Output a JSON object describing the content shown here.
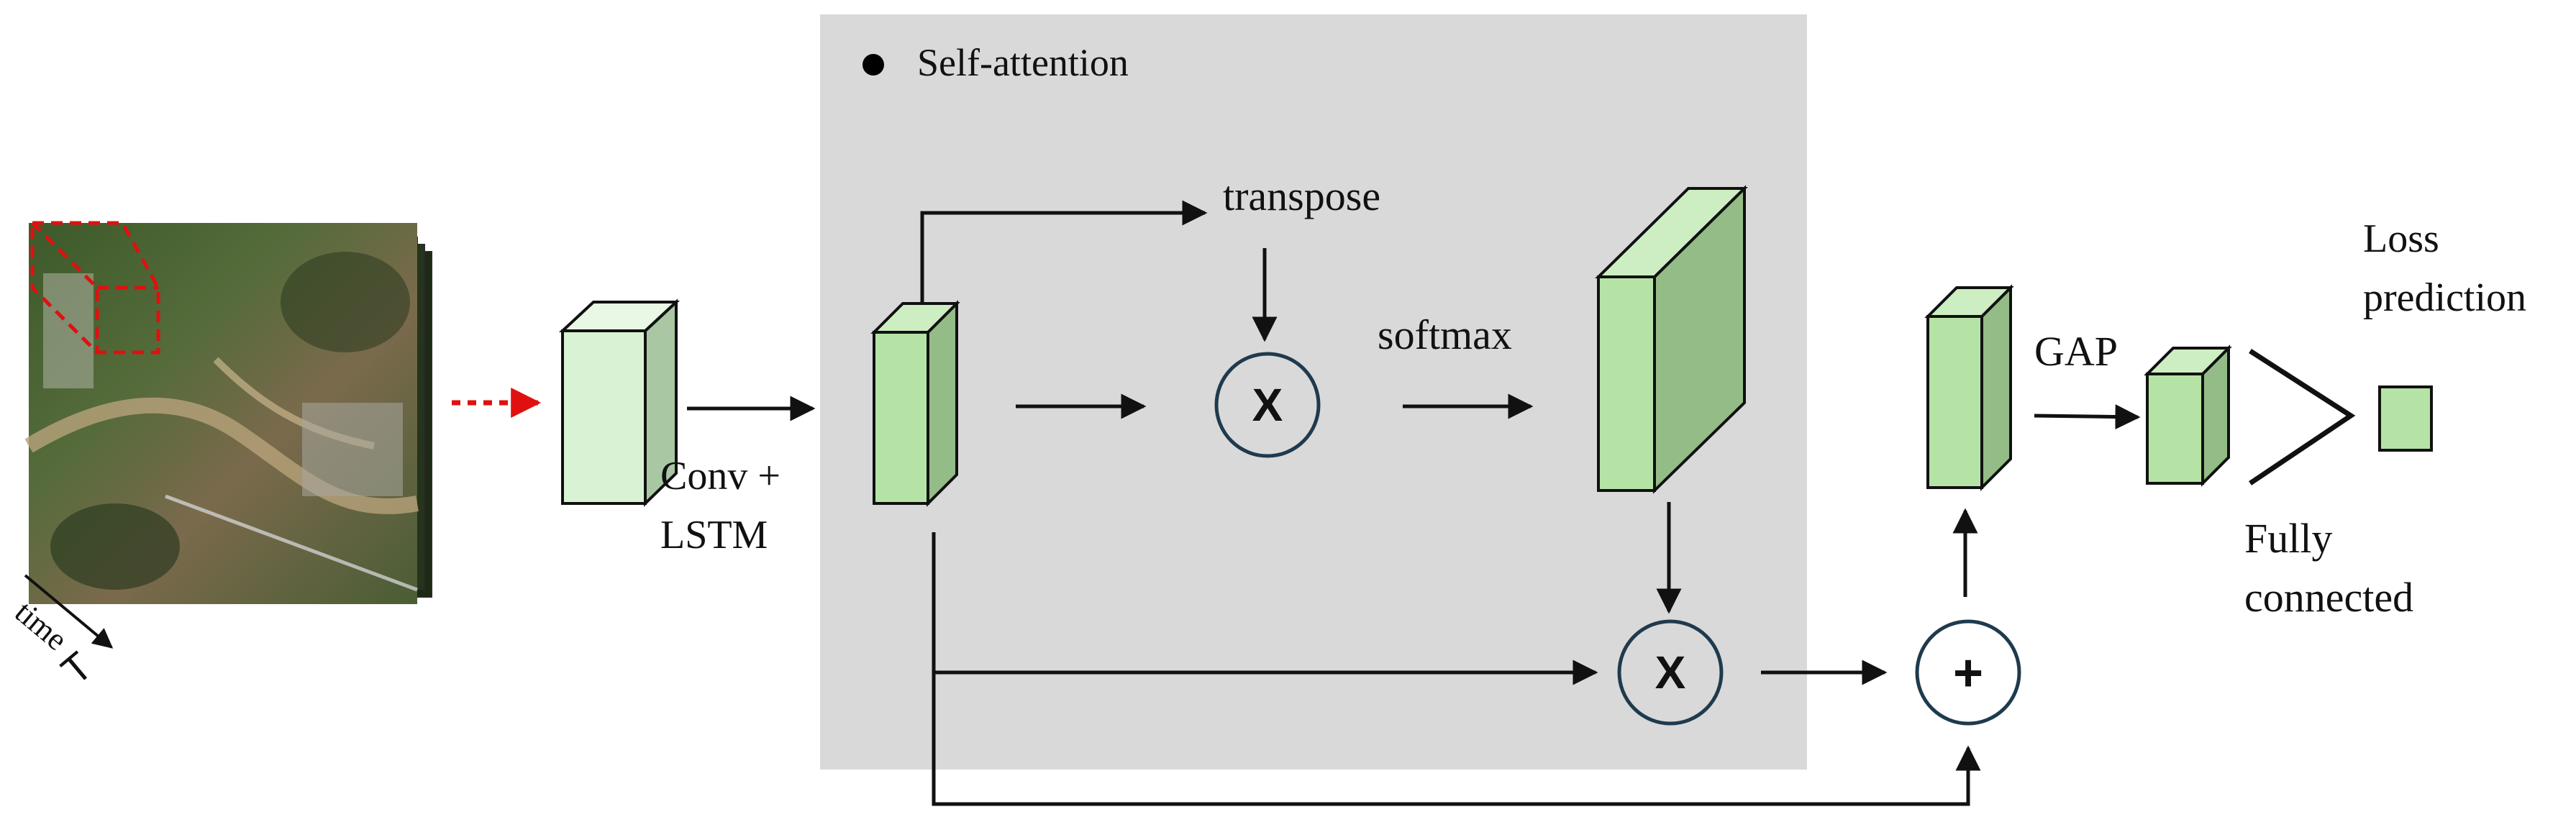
{
  "labels": {
    "self_attention": "Self-attention",
    "transpose": "transpose",
    "softmax": "softmax",
    "conv_lstm_line1": "Conv +",
    "conv_lstm_line2": "LSTM",
    "gap": "GAP",
    "loss_line1": "Loss",
    "loss_line2": "prediction",
    "fc_line1": "Fully",
    "fc_line2": "connected",
    "time": "time",
    "t_symbol": "T"
  },
  "operators": {
    "multiply": "X",
    "add": "+"
  },
  "colors": {
    "attention_panel": "#d9d9d9",
    "block_light_front": "#daf2d4",
    "block_light_side": "#a9c7a2",
    "block_light_top": "#e9f8e4",
    "block_front": "#b5e3a6",
    "block_side": "#93bc86",
    "block_top": "#cdeec2",
    "stroke": "#111111",
    "dotted_arrow": "#e01010",
    "op_circle_stroke": "#1f3a4d"
  },
  "icons": {
    "bullet": "bullet-dot-icon",
    "satellite": "satellite-image-stack-icon"
  }
}
